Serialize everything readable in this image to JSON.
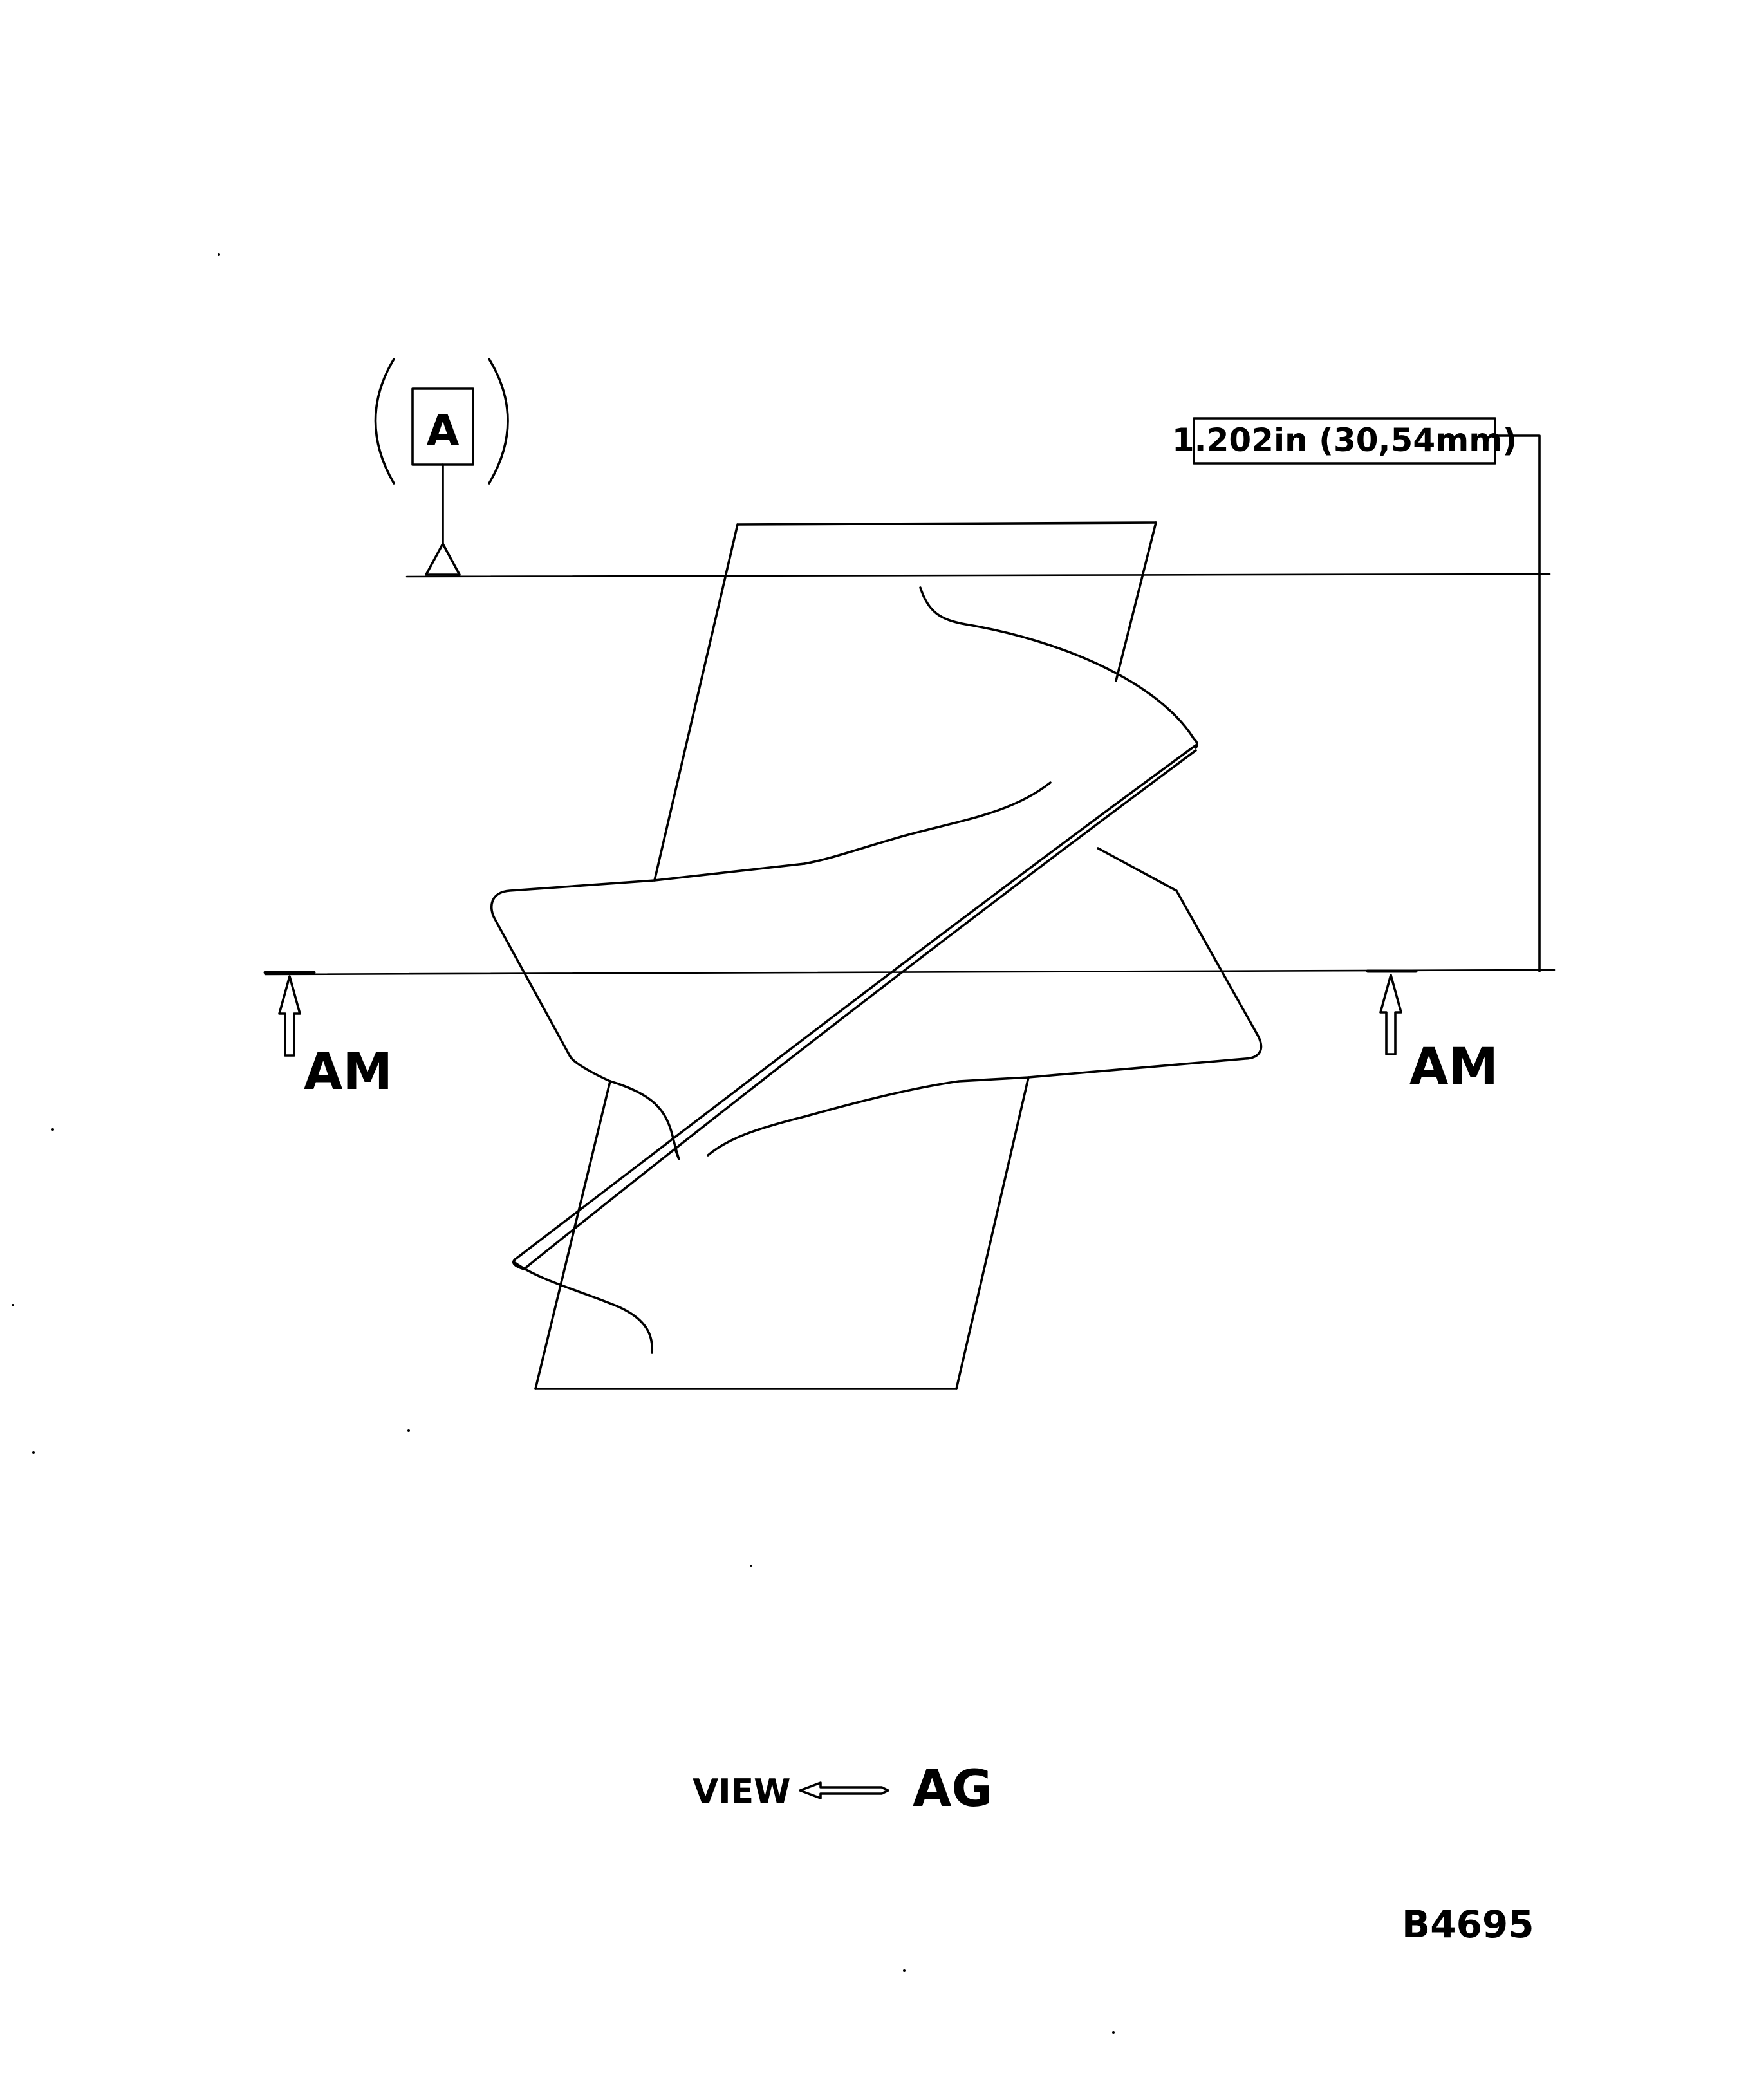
{
  "datum": {
    "letter": "A"
  },
  "dimension": {
    "value": "1.202in (30,54mm)"
  },
  "arrows": {
    "left_label": "AM",
    "right_label": "AM"
  },
  "view": {
    "prefix": "VIEW",
    "name": "AG"
  },
  "figure_id": "B4695"
}
